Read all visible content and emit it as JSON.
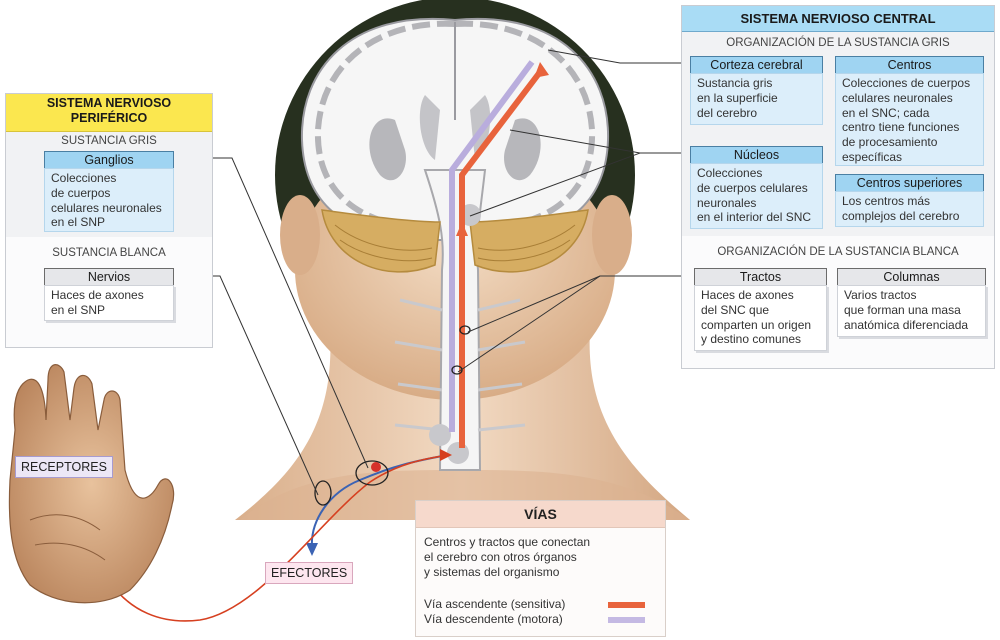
{
  "snp": {
    "title_lines": [
      "SISTEMA NERVIOSO",
      "PERIFÉRICO"
    ],
    "gray_label": "SUSTANCIA GRIS",
    "white_label": "SUSTANCIA BLANCA",
    "ganglios": {
      "tag": "Ganglios",
      "lines": [
        "Colecciones",
        "de cuerpos",
        "celulares neuronales",
        "en el SNP"
      ]
    },
    "nervios": {
      "tag": "Nervios",
      "lines": [
        "Haces de axones",
        "en el SNP"
      ]
    }
  },
  "snc": {
    "title": "SISTEMA NERVIOSO CENTRAL",
    "gray_label": "ORGANIZACIÓN DE LA SUSTANCIA GRIS",
    "white_label": "ORGANIZACIÓN DE LA SUSTANCIA BLANCA",
    "corteza": {
      "tag": "Corteza cerebral",
      "lines": [
        "Sustancia gris",
        "en la superficie",
        "del cerebro"
      ]
    },
    "centros": {
      "tag": "Centros",
      "lines": [
        "Colecciones de cuerpos",
        "celulares neuronales",
        "en el SNC; cada",
        "centro tiene funciones",
        "de procesamiento",
        "específicas"
      ]
    },
    "nucleos": {
      "tag": "Núcleos",
      "lines": [
        "Colecciones",
        "de cuerpos celulares",
        "neuronales",
        "en el interior del SNC"
      ]
    },
    "superiores": {
      "tag": "Centros superiores",
      "lines": [
        "Los centros más",
        "complejos del cerebro"
      ]
    },
    "tractos": {
      "tag": "Tractos",
      "lines": [
        "Haces de axones",
        "del SNC que",
        "comparten un origen",
        "y destino comunes"
      ]
    },
    "columnas": {
      "tag": "Columnas",
      "lines": [
        "Varios tractos",
        "que forman una masa",
        "anatómica diferenciada"
      ]
    }
  },
  "labels": {
    "receptores": "RECEPTORES",
    "efectores": "EFECTORES"
  },
  "vias": {
    "title": "VÍAS",
    "desc_lines": [
      "Centros y tractos que conectan",
      "el cerebro con otros órganos",
      "y sistemas del organismo"
    ],
    "legend": [
      {
        "label": "Vía ascendente (sensitiva)",
        "color": "#e8633c"
      },
      {
        "label": "Vía descendente (motora)",
        "color": "#c4b9e3"
      }
    ]
  },
  "colors": {
    "ascending": "#e8633c",
    "descending": "#b9addd",
    "hair": "#2a3320",
    "skin": "#e6c4a4",
    "cord": "#f7f7f7",
    "cerebellum": "#d8b26a"
  }
}
